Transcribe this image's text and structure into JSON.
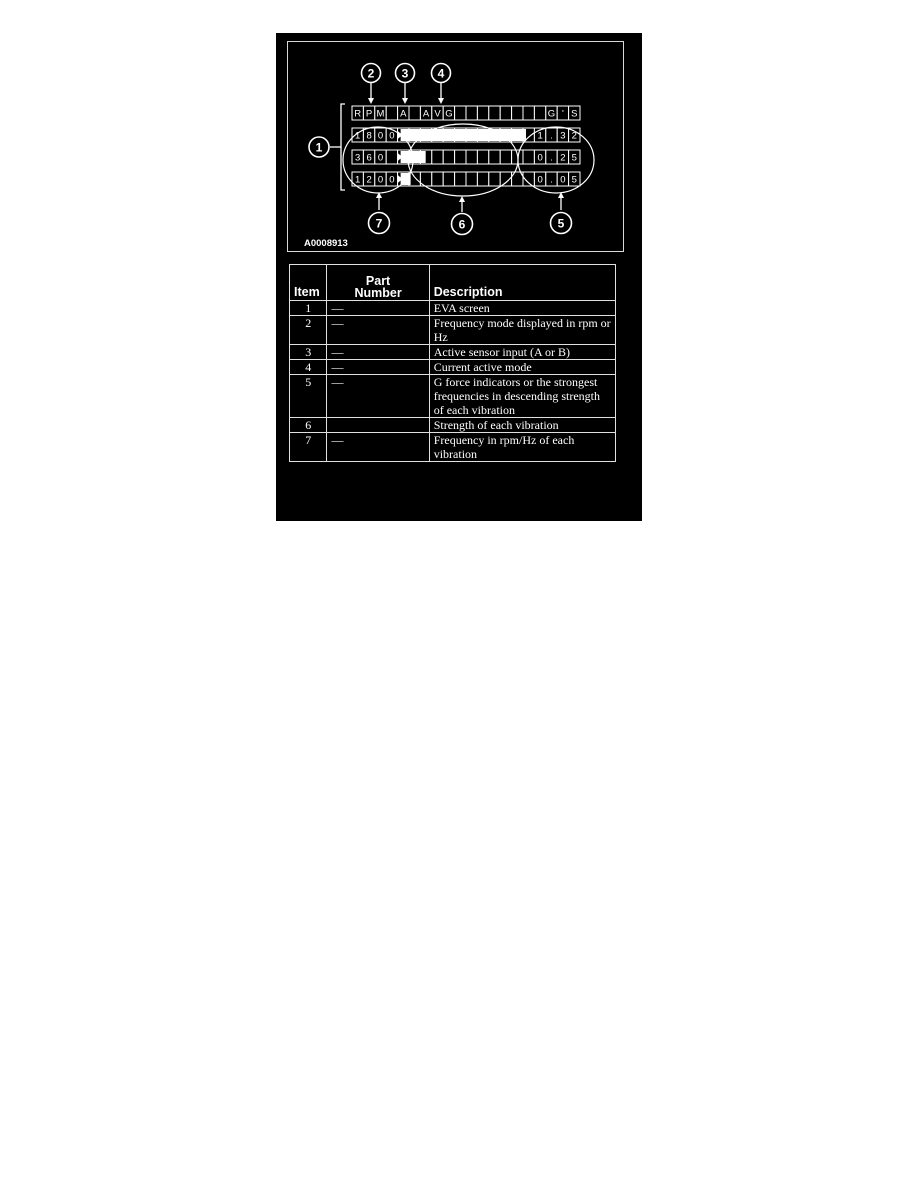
{
  "figure": {
    "code": "A0008913",
    "callouts": [
      "1",
      "2",
      "3",
      "4",
      "5",
      "6",
      "7"
    ],
    "display": {
      "header_cells": [
        "R",
        "P",
        "M",
        "",
        "A",
        "",
        "A",
        "V",
        "G",
        "",
        "",
        "",
        "",
        "",
        "",
        "",
        "",
        "G",
        "'",
        "S"
      ],
      "rows": [
        {
          "left": [
            "1",
            "8",
            "0",
            "0"
          ],
          "right": [
            "1",
            ".",
            "3",
            "2"
          ],
          "strength": 1.0
        },
        {
          "left": [
            "3",
            "6",
            "0",
            ""
          ],
          "right": [
            "0",
            ".",
            "2",
            "5"
          ],
          "strength": 0.2
        },
        {
          "left": [
            "1",
            "2",
            "0",
            "0"
          ],
          "right": [
            "0",
            ".",
            "0",
            "5"
          ],
          "strength": 0.08
        }
      ]
    }
  },
  "table": {
    "headers": {
      "item": "Item",
      "part_line1": "Part",
      "part_line2": "Number",
      "description": "Description"
    },
    "rows": [
      {
        "item": "1",
        "part": "—",
        "description": "EVA screen"
      },
      {
        "item": "2",
        "part": "—",
        "description": "Frequency mode displayed in rpm or Hz"
      },
      {
        "item": "3",
        "part": "—",
        "description": "Active sensor input (A or B)"
      },
      {
        "item": "4",
        "part": "—",
        "description": "Current active mode"
      },
      {
        "item": "5",
        "part": "—",
        "description": "G force indicators or the strongest frequencies in descending strength of each vibration"
      },
      {
        "item": "6",
        "part": "",
        "description": "Strength of each vibration"
      },
      {
        "item": "7",
        "part": "—",
        "description": "Frequency in rpm/Hz of each vibration"
      }
    ]
  },
  "colors": {
    "background": "#000000",
    "foreground": "#ffffff"
  }
}
